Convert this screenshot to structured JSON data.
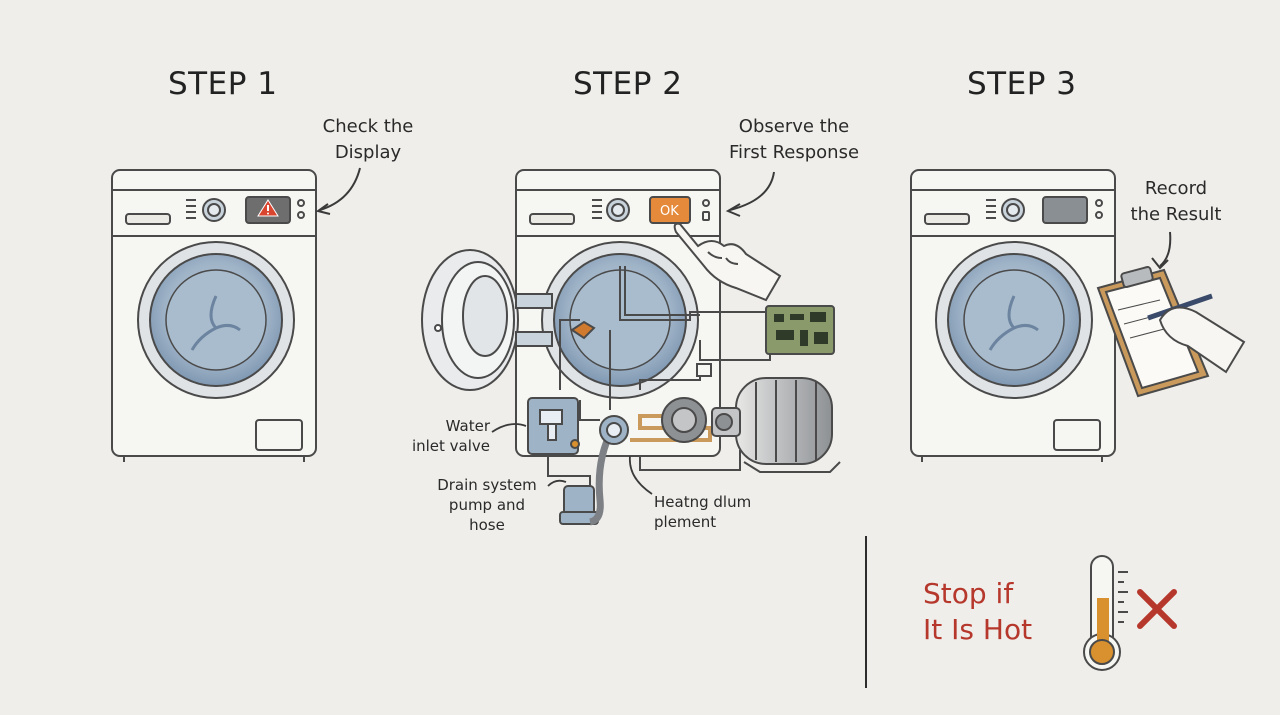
{
  "steps": [
    {
      "title": "STEP 1",
      "note": [
        "Check the",
        "Display"
      ]
    },
    {
      "title": "STEP 2",
      "note": [
        "Observe the",
        "First Response"
      ],
      "display_text": "OK"
    },
    {
      "title": "STEP 3",
      "note": [
        "Record",
        "the Result"
      ]
    }
  ],
  "components": {
    "water_inlet": [
      "Water",
      "inlet valve"
    ],
    "drain": [
      "Drain system",
      "pump and",
      "hose"
    ],
    "heating": [
      "Heatng dlum",
      "plement"
    ]
  },
  "warning": {
    "lines": [
      "Stop if",
      "It Is Hot"
    ]
  },
  "colors": {
    "background": "#efeeea",
    "line": "#4a4a4a",
    "drum_blue": "#8fa7bf",
    "ok_orange": "#e58a3a",
    "warning_red": "#b6372b",
    "clipboard": "#c99a5c",
    "thermometer_fill": "#d9902f"
  },
  "icons": [
    "warning-triangle-icon",
    "pointing-hand-icon",
    "writing-hand-icon",
    "clipboard-icon",
    "thermometer-icon",
    "red-x-icon"
  ]
}
